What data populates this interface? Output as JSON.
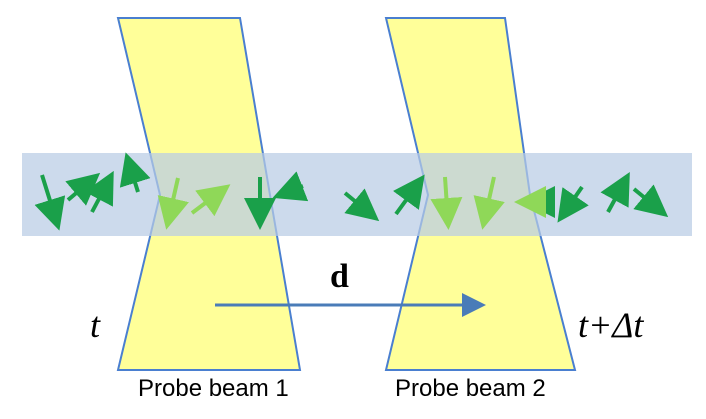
{
  "colors": {
    "beam_fill": "#ffff99",
    "beam_edge": "#4a7fd0",
    "slab_fill": "#b8cce4",
    "arrow_dark": "#1aa04a",
    "arrow_light": "#8fd858",
    "vector_d": "#4a7cb8"
  },
  "labels": {
    "time_start": "t",
    "time_end": "t+Δt",
    "displacement": "d",
    "probe1": "Probe beam 1",
    "probe2": "Probe beam 2"
  },
  "icons": {
    "displacement_arrow": "arrow-right-icon"
  }
}
